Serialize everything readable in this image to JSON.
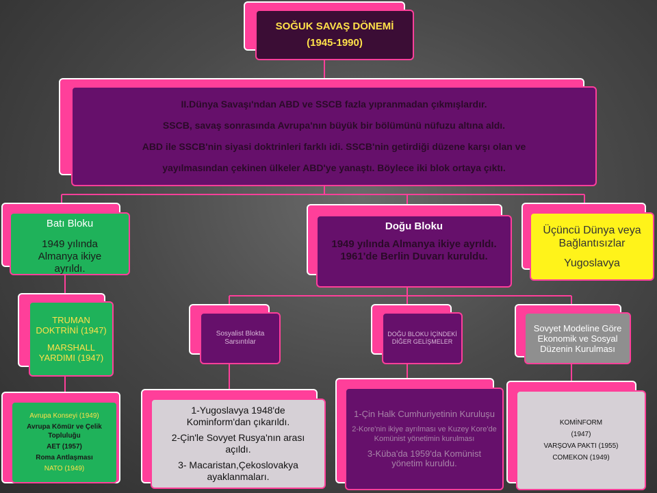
{
  "title": {
    "line1": "SOĞUK SAVAŞ DÖNEMİ",
    "line2": "(1945-1990)"
  },
  "summary": {
    "line1": "II.Dünya Savaşı'ndan ABD ve SSCB  fazla yıpranmadan çıkmışlardır.",
    "line2": "SSCB, savaş sonrasında  Avrupa'nın büyük bir bölümünü  nüfuzu  altına aldı.",
    "line3": "ABD ile SSCB'nin siyasi doktrinleri farklı idi. SSCB'nin  getirdiği düzene karşı olan ve",
    "line4": "yayılmasından çekinen ülkeler ABD'ye yanaştı. Böylece iki blok ortaya çıktı."
  },
  "west": {
    "title": "Batı Bloku",
    "text": "1949 yılında Almanya ikiye ayrıldı.",
    "doctrine": {
      "line1": "TRUMAN DOKTRİNİ (1947)",
      "line2": "MARSHALL YARDIMI (1947)"
    },
    "orgs": {
      "line1": "Avrupa Konseyi (1949)",
      "line2": "Avrupa Kömür ve Çelik Topluluğu",
      "line3": "AET (1957)",
      "line4": "Roma Antlaşması",
      "line5": "NATO (1949)"
    }
  },
  "east": {
    "title": "Doğu Bloku",
    "text": "1949 yılında Almanya ikiye ayrıldı. 1961'de Berlin Duvarı kuruldu.",
    "shocks": {
      "title": "Sosyalist Blokta Sarsıntılar",
      "line1": "1-Yugoslavya 1948'de Kominform'dan çıkarıldı.",
      "line2": "2-Çin'le Sovyet Rusya'nın arası açıldı.",
      "line3": "3- Macaristan,Çekoslovakya ayaklanmaları."
    },
    "developments": {
      "title": "DOĞU BLOKU İÇİNDEKİ DİĞER GELİŞMELER",
      "line1": "1-Çin Halk Cumhuriyetinin Kuruluşu",
      "line2": "2-Kore'nin ikiye ayrılması ve Kuzey Kore'de Komünist yönetimin kurulması",
      "line3": "3-Küba'da 1959'da Komünist yönetim kuruldu."
    },
    "soviet_model": {
      "title": "Sovyet Modeline Göre Ekonomik ve Sosyal Düzenin Kurulması",
      "line1": "KOMİNFORM",
      "line2": "(1947)",
      "line3": "VARŞOVA PAKTI (1955)",
      "line4": "COMEKON  (1949)"
    }
  },
  "third": {
    "title": "Üçüncü Dünya veya Bağlantısızlar",
    "text": "Yugoslavya"
  },
  "colors": {
    "accent": "#ff3f9a",
    "dark_box": "#3b0d35",
    "purple_box": "#66106b",
    "green_box": "#1fb25a",
    "yellow_box": "#fff31a"
  }
}
